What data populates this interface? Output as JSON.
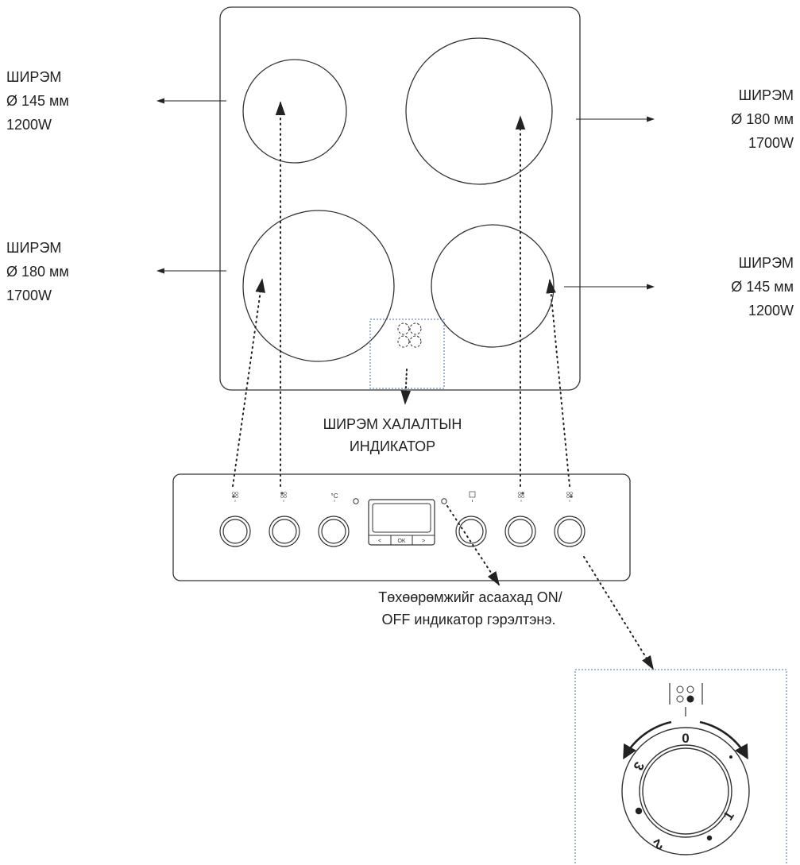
{
  "zones": {
    "top_left": {
      "name": "ШИРЭМ",
      "diameter": "Ø 145 мм",
      "power": "1200W"
    },
    "top_right": {
      "name": "ШИРЭМ",
      "diameter": "Ø 180 мм",
      "power": "1700W"
    },
    "bottom_left": {
      "name": "ШИРЭМ",
      "diameter": "Ø 180 мм",
      "power": "1700W"
    },
    "bottom_right": {
      "name": "ШИРЭМ",
      "diameter": "Ø 145 мм",
      "power": "1200W"
    }
  },
  "heat_indicator": {
    "line1": "ШИРЭМ ХАЛАЛТЫН",
    "line2": "ИНДИКАТОР"
  },
  "control_panel": {
    "temperature_symbol": "°C",
    "display_buttons": {
      "left": "<",
      "ok": "OK",
      "right": ">"
    }
  },
  "onoff_note": {
    "line1": "Төхөөрөмжийг асаахад ON/",
    "line2": "OFF индикатор гэрэлтэнэ."
  },
  "knob_detail": {
    "positions": [
      "0",
      "1",
      "2",
      "3"
    ]
  },
  "icons": [
    "hob-zone-indicator-icon",
    "temperature-icon",
    "oven-light-icon",
    "rotation-arrow-icon"
  ]
}
